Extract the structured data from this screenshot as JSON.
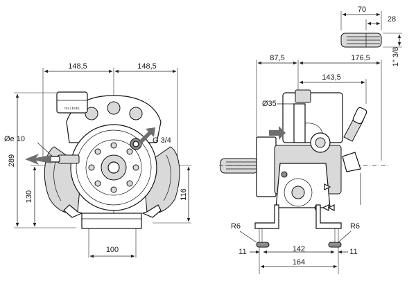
{
  "colors": {
    "line": "#111111",
    "fill_light": "#d9d9d9",
    "fill_dark": "#8c8c8c",
    "arrow": "#6e6e6e"
  },
  "front_view": {
    "dims": {
      "top_left": "148,5",
      "top_right": "148,5",
      "height_total": "289",
      "height_axis": "130",
      "height_right": "116",
      "base_width": "100"
    },
    "labels": {
      "inlet": "Øe 10",
      "outlet": "G 3/4",
      "oil_level": "OIL LEVEL"
    }
  },
  "side_view": {
    "dims": {
      "shaft_total": "70",
      "shaft_spline": "28",
      "shaft_size": "1\" 3/8",
      "left_offset": "87,5",
      "right_offset": "176,5",
      "mid_offset": "143,5",
      "foot_inner": "142",
      "foot_outer": "164",
      "foot_hole_left": "11",
      "foot_hole_right": "11",
      "radius_left": "R6",
      "radius_right": "R6"
    },
    "labels": {
      "diameter": "Ø35"
    }
  }
}
